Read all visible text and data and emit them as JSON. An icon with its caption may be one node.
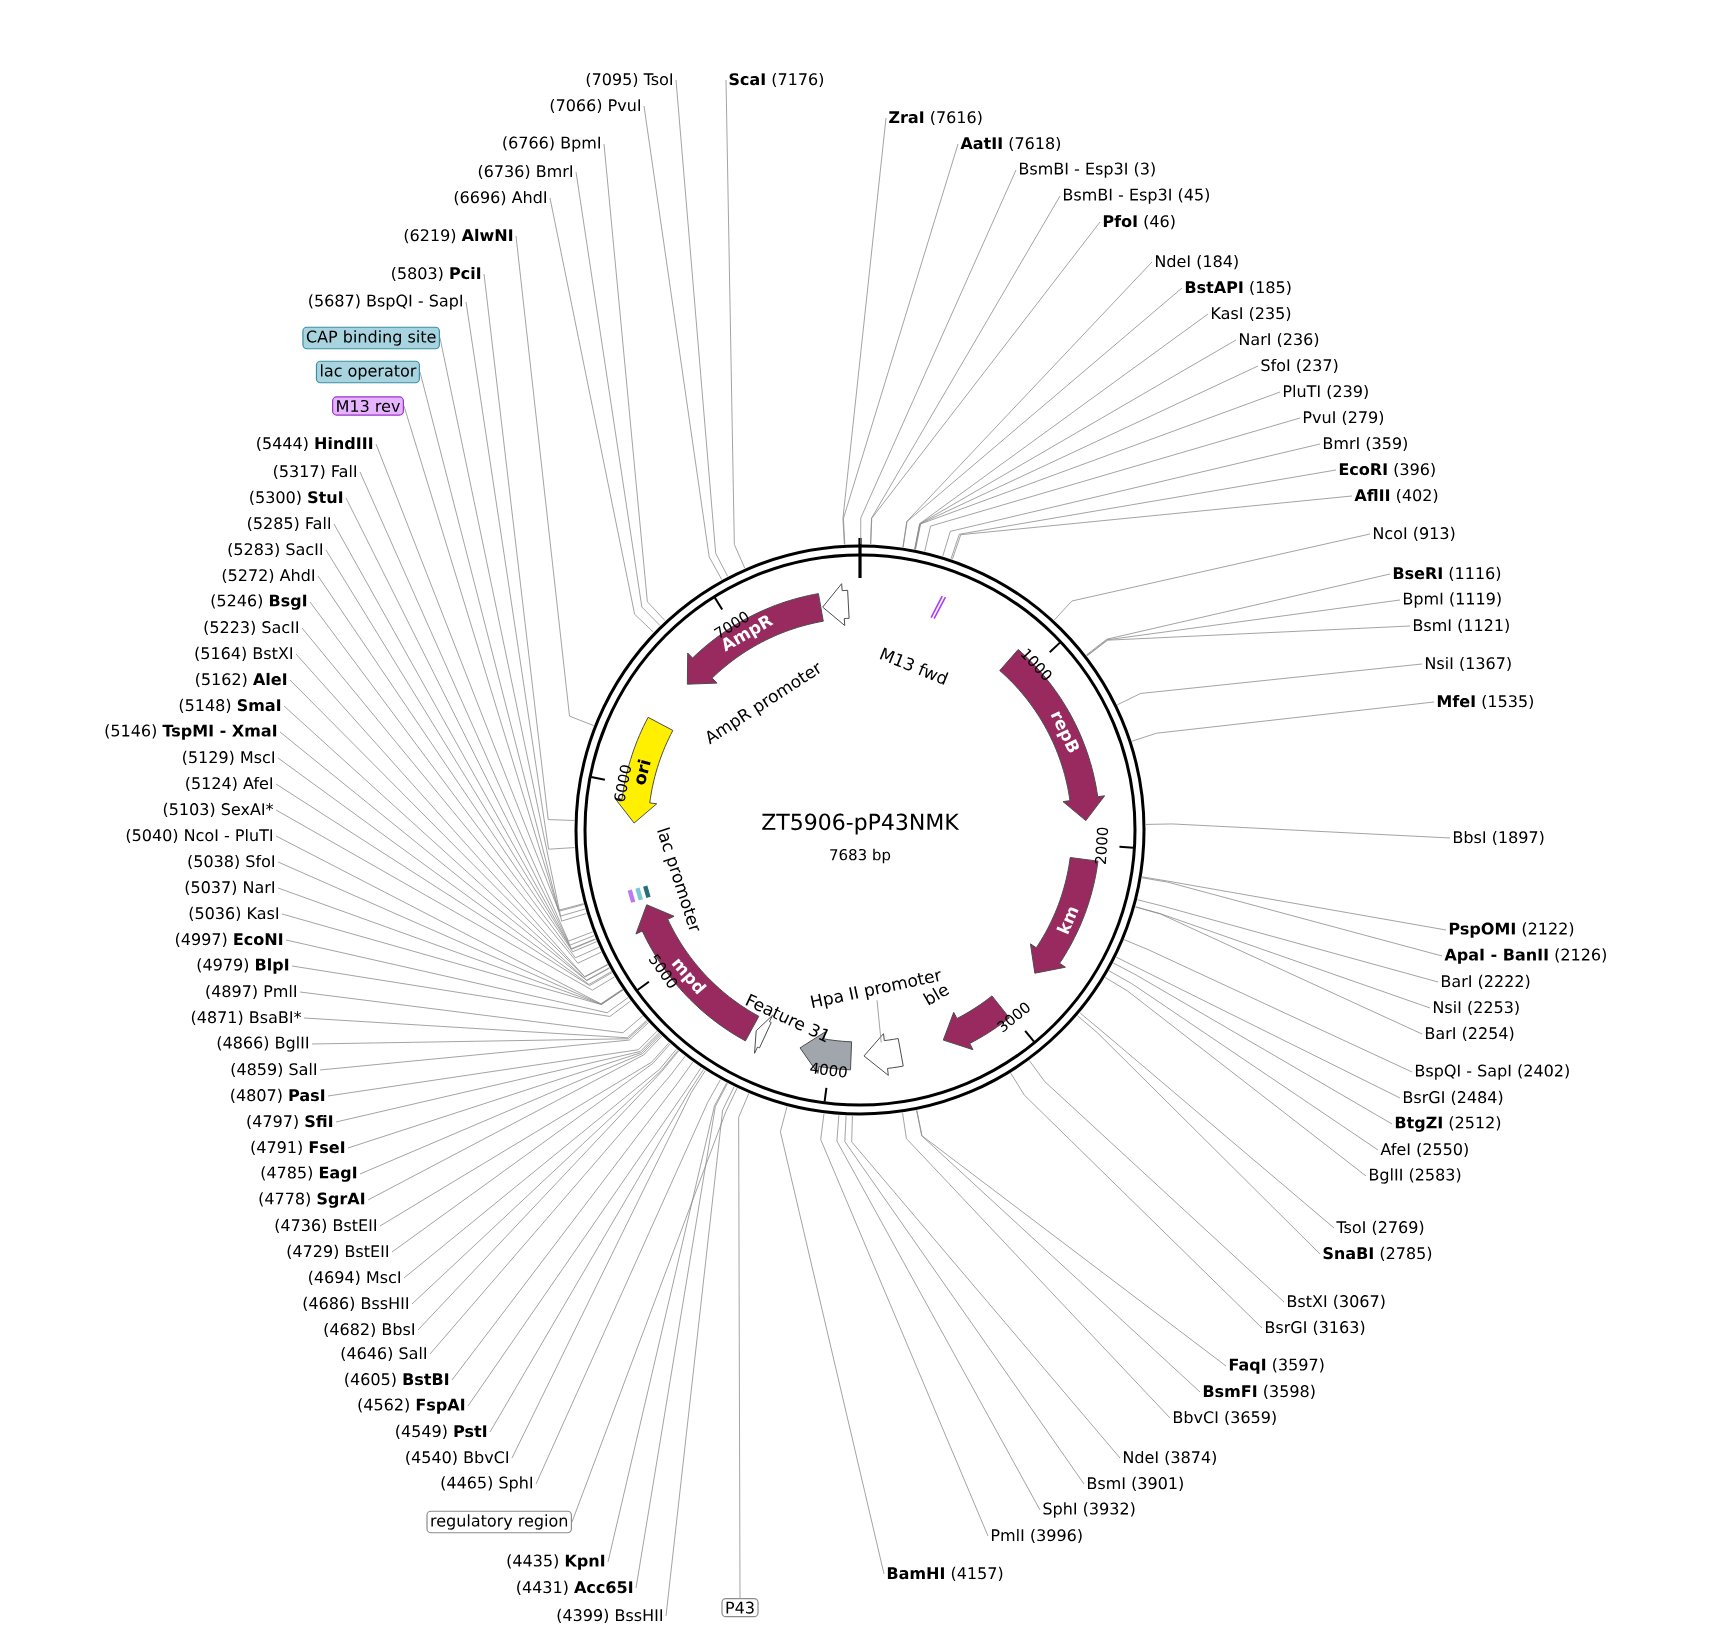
{
  "diagram": {
    "title": "ZT5906-pP43NMK",
    "nodes": [
      {
        "text": [],
        "shape": "circle"
      },
      {
        "text": [
          "AmpR"
        ],
        "in": 0
      },
      {
        "text": [
          "ori"
        ],
        "in": 0
      },
      {
        "text": [
          "repB"
        ],
        "in": 0
      },
      {
        "text": [
          "km"
        ],
        "in": 0
      },
      {
        "text": [
          "ble"
        ],
        "in": 0
      },
      {
        "text": [
          "mpd"
        ],
        "in": 0
      },
      {
        "text": [
          "AmpR promoter"
        ],
        "in": 0
      },
      {
        "text": [
          "M13 fwd"
        ],
        "in": 0
      },
      {
        "text": [
          "Hpa II promoter"
        ],
        "in": 0
      },
      {
        "text": [],
        "shape": "arrow",
        "in": 0
      },
      {
        "text": [],
        "shape": "arrow",
        "in": 0
      },
      {
        "text": [
          "Feature 31"
        ],
        "in": 0
      },
      {
        "text": [
          "**ScaI** (7176)"
        ]
      },
      {
        "text": [
          "**ZraI** (7616)"
        ]
      },
      {
        "text": [
          "**AatII** (7618)"
        ]
      },
      {
        "text": [
          "BsmBI - Esp3I (3)"
        ]
      },
      {
        "text": [
          "BsmBI - Esp3I (45)"
        ]
      },
      {
        "text": [
          "**PfoI** (46)"
        ]
      },
      {
        "text": [
          "NdeI (184)"
        ]
      },
      {
        "text": [
          "**BstAPI** (185)"
        ]
      },
      {
        "text": [
          "KasI (235)"
        ]
      },
      {
        "text": [
          "NarI (236)"
        ]
      },
      {
        "text": [
          "SfoI (237)"
        ]
      },
      {
        "text": [
          "PluTI (239)"
        ]
      },
      {
        "text": [
          "PvuI (279)"
        ]
      },
      {
        "text": [
          "BmrI (359)"
        ]
      },
      {
        "text": [
          "**EcoRI** (396)"
        ]
      },
      {
        "text": [
          "**AflII** (402)"
        ]
      },
      {
        "text": [
          "NcoI (913)"
        ]
      },
      {
        "text": [
          "**BseRI** (1116)"
        ]
      },
      {
        "text": [
          "BpmI (1119)"
        ]
      },
      {
        "text": [
          "BsmI (1121)"
        ]
      },
      {
        "text": [
          "NsiI (1367)"
        ]
      },
      {
        "text": [
          "**MfeI** (1535)"
        ]
      },
      {
        "text": [
          "BbsI (1897)"
        ]
      },
      {
        "text": [
          "**PspOMI** (2122)"
        ]
      },
      {
        "text": [
          "**ApaI - BanII** (2126)"
        ]
      },
      {
        "text": [
          "BarI (2222)"
        ]
      },
      {
        "text": [
          "NsiI (2253)"
        ]
      },
      {
        "text": [
          "BarI (2254)"
        ]
      },
      {
        "text": [
          "BspQI - SapI (2402)"
        ]
      },
      {
        "text": [
          "BsrGI (2484)"
        ]
      },
      {
        "text": [
          "**BtgZI** (2512)"
        ]
      },
      {
        "text": [
          "AfeI (2550)"
        ]
      },
      {
        "text": [
          "BglII (2583)"
        ]
      },
      {
        "text": [
          "TsoI (2769)"
        ]
      },
      {
        "text": [
          "**SnaBI** (2785)"
        ]
      },
      {
        "text": [
          "BstXI (3067)"
        ]
      },
      {
        "text": [
          "BsrGI (3163)"
        ]
      },
      {
        "text": [
          "**FaqI** (3597)"
        ]
      },
      {
        "text": [
          "**BsmFI** (3598)"
        ]
      },
      {
        "text": [
          "BbvCI (3659)"
        ]
      },
      {
        "text": [
          "NdeI (3874)"
        ]
      },
      {
        "text": [
          "BsmI (3901)"
        ]
      },
      {
        "text": [
          "SphI (3932)"
        ]
      },
      {
        "text": [
          "PmlI (3996)"
        ]
      },
      {
        "text": [
          "**BamHI** (4157)"
        ]
      },
      {
        "text": [
          "P43"
        ]
      },
      {
        "text": [
          "(4399) BssHII"
        ]
      },
      {
        "text": [
          "(4431) **Acc65I**"
        ]
      },
      {
        "text": [
          "(4435) **KpnI**"
        ]
      },
      {
        "text": [
          "regulatory region"
        ]
      },
      {
        "text": [
          "(4465) SphI"
        ]
      },
      {
        "text": [
          "(4540) BbvCI"
        ]
      },
      {
        "text": [
          "(4549) **PstI**"
        ]
      },
      {
        "text": [
          "(4562) **FspAI**"
        ]
      },
      {
        "text": [
          "(4605) **BstBI**"
        ]
      },
      {
        "text": [
          "(4646) SalI"
        ]
      },
      {
        "text": [
          "(4682) BbsI"
        ]
      },
      {
        "text": [
          "(4686) BssHII"
        ]
      },
      {
        "text": [
          "(4694) MscI"
        ]
      },
      {
        "text": [
          "(4729) BstEII"
        ]
      },
      {
        "text": [
          "(4736) BstEII"
        ]
      },
      {
        "text": [
          "(4778) **SgrAI**"
        ]
      },
      {
        "text": [
          "(4785) **EagI**"
        ]
      },
      {
        "text": [
          "(4791) **FseI**"
        ]
      },
      {
        "text": [
          "(4797) **SfiI**"
        ]
      },
      {
        "text": [
          "(4807) **PasI**"
        ]
      },
      {
        "text": [
          "(4859) SalI"
        ]
      },
      {
        "text": [
          "(4866) BglII"
        ]
      },
      {
        "text": [
          "(4871) BsaBI*"
        ]
      },
      {
        "text": [
          "(4897) PmlI"
        ]
      },
      {
        "text": [
          "(4979) **BlpI**"
        ]
      },
      {
        "text": [
          "(4997) **EcoNI**"
        ]
      },
      {
        "text": [
          "(5036) KasI"
        ]
      },
      {
        "text": [
          "(5037) NarI"
        ]
      },
      {
        "text": [
          "(5038) SfoI"
        ]
      },
      {
        "text": [
          "(5040) NcoI - PluTI"
        ]
      },
      {
        "text": [
          "(5103) SexAI*"
        ]
      },
      {
        "text": [
          "(5124) AfeI"
        ]
      },
      {
        "text": [
          "(5129) MscI"
        ]
      },
      {
        "text": [
          "(5146) **TspMI - XmaI**"
        ]
      },
      {
        "text": [
          "(5148) **SmaI**"
        ]
      },
      {
        "text": [
          "(5162) **AleI**"
        ]
      },
      {
        "text": [
          "(5164) BstXI"
        ]
      },
      {
        "text": [
          "(5223) SacII"
        ]
      },
      {
        "text": [
          "(5246) **BsgI**"
        ]
      },
      {
        "text": [
          "(5272) AhdI"
        ]
      },
      {
        "text": [
          "(5283) SacII"
        ]
      },
      {
        "text": [
          "(5285) FalI"
        ]
      },
      {
        "text": [
          "(5300) **StuI**"
        ]
      },
      {
        "text": [
          "(5317) FalI"
        ]
      },
      {
        "text": [
          "(5444) **HindIII**"
        ]
      },
      {
        "text": [
          "M13 rev"
        ]
      },
      {
        "text": [
          "lac operator"
        ]
      },
      {
        "text": [
          "CAP binding site"
        ]
      },
      {
        "text": [
          "(5687) BspQI - SapI"
        ]
      },
      {
        "text": [
          "(5803) **PciI**"
        ]
      },
      {
        "text": [
          "(6219) **AlwNI**"
        ]
      },
      {
        "text": [
          "(6696) AhdI"
        ]
      },
      {
        "text": [
          "(6736) BmrI"
        ]
      },
      {
        "text": [
          "(6766) BpmI"
        ]
      },
      {
        "text": [
          "(7066) PvuI"
        ]
      },
      {
        "text": [
          "(7095) TsoI"
        ]
      }
    ],
    "edges": [
      {
        "from": 9,
        "to": 11,
        "arrow": "none"
      },
      {
        "from": 13,
        "to": 0,
        "arrow": "none"
      },
      {
        "from": 14,
        "to": 0,
        "arrow": "none"
      },
      {
        "from": 15,
        "to": 0,
        "arrow": "none"
      },
      {
        "from": 16,
        "to": 0,
        "arrow": "none"
      },
      {
        "from": 17,
        "to": 0,
        "arrow": "none"
      },
      {
        "from": 18,
        "to": 0,
        "arrow": "none"
      },
      {
        "from": 19,
        "to": 0,
        "arrow": "none"
      },
      {
        "from": 20,
        "to": 0,
        "arrow": "none"
      },
      {
        "from": 21,
        "to": 0,
        "arrow": "none"
      },
      {
        "from": 22,
        "to": 0,
        "arrow": "none"
      },
      {
        "from": 23,
        "to": 0,
        "arrow": "none"
      },
      {
        "from": 24,
        "to": 0,
        "arrow": "none"
      },
      {
        "from": 25,
        "to": 0,
        "arrow": "none"
      },
      {
        "from": 26,
        "to": 0,
        "arrow": "none"
      },
      {
        "from": 27,
        "to": 0,
        "arrow": "none"
      },
      {
        "from": 28,
        "to": 0,
        "arrow": "none"
      },
      {
        "from": 29,
        "to": 0,
        "arrow": "none"
      },
      {
        "from": 30,
        "to": 0,
        "arrow": "none"
      },
      {
        "from": 31,
        "to": 0,
        "arrow": "none"
      },
      {
        "from": 32,
        "to": 0,
        "arrow": "none"
      },
      {
        "from": 33,
        "to": 0,
        "arrow": "none"
      },
      {
        "from": 34,
        "to": 0,
        "arrow": "none"
      },
      {
        "from": 35,
        "to": 0,
        "arrow": "none"
      },
      {
        "from": 36,
        "to": 0,
        "arrow": "none"
      },
      {
        "from": 37,
        "to": 0,
        "arrow": "none"
      },
      {
        "from": 38,
        "to": 0,
        "arrow": "none"
      },
      {
        "from": 39,
        "to": 0,
        "arrow": "none"
      },
      {
        "from": 40,
        "to": 0,
        "arrow": "none"
      },
      {
        "from": 41,
        "to": 0,
        "arrow": "none"
      },
      {
        "from": 42,
        "to": 0,
        "arrow": "none"
      },
      {
        "from": 43,
        "to": 0,
        "arrow": "none"
      },
      {
        "from": 44,
        "to": 0,
        "arrow": "none"
      },
      {
        "from": 45,
        "to": 0,
        "arrow": "none"
      },
      {
        "from": 46,
        "to": 0,
        "arrow": "none"
      },
      {
        "from": 47,
        "to": 0,
        "arrow": "none"
      },
      {
        "from": 48,
        "to": 0,
        "arrow": "none"
      },
      {
        "from": 49,
        "to": 0,
        "arrow": "none"
      },
      {
        "from": 50,
        "to": 0,
        "arrow": "none"
      },
      {
        "from": 51,
        "to": 0,
        "arrow": "none"
      },
      {
        "from": 52,
        "to": 0,
        "arrow": "none"
      },
      {
        "from": 53,
        "to": 0,
        "arrow": "none"
      },
      {
        "from": 54,
        "to": 0,
        "arrow": "none"
      },
      {
        "from": 55,
        "to": 0,
        "arrow": "none"
      },
      {
        "from": 56,
        "to": 0,
        "arrow": "none"
      },
      {
        "from": 57,
        "to": 0,
        "arrow": "none"
      },
      {
        "from": 58,
        "to": 0,
        "arrow": "none"
      },
      {
        "from": 59,
        "to": 0,
        "arrow": "none"
      },
      {
        "from": 60,
        "to": 0,
        "arrow": "none"
      },
      {
        "from": 61,
        "to": 0,
        "arrow": "none"
      },
      {
        "from": 62,
        "to": 0,
        "arrow": "none"
      },
      {
        "from": 63,
        "to": 0,
        "arrow": "none"
      },
      {
        "from": 64,
        "to": 0,
        "arrow": "none"
      },
      {
        "from": 65,
        "to": 0,
        "arrow": "none"
      },
      {
        "from": 66,
        "to": 0,
        "arrow": "none"
      },
      {
        "from": 67,
        "to": 0,
        "arrow": "none"
      },
      {
        "from": 68,
        "to": 0,
        "arrow": "none"
      },
      {
        "from": 69,
        "to": 0,
        "arrow": "none"
      },
      {
        "from": 70,
        "to": 0,
        "arrow": "none"
      },
      {
        "from": 71,
        "to": 0,
        "arrow": "none"
      },
      {
        "from": 72,
        "to": 0,
        "arrow": "none"
      },
      {
        "from": 73,
        "to": 0,
        "arrow": "none"
      },
      {
        "from": 74,
        "to": 0,
        "arrow": "none"
      },
      {
        "from": 75,
        "to": 0,
        "arrow": "none"
      },
      {
        "from": 76,
        "to": 0,
        "arrow": "none"
      },
      {
        "from": 77,
        "to": 0,
        "arrow": "none"
      },
      {
        "from": 78,
        "to": 0,
        "arrow": "none"
      },
      {
        "from": 79,
        "to": 0,
        "arrow": "none"
      },
      {
        "from": 80,
        "to": 0,
        "arrow": "none"
      },
      {
        "from": 81,
        "to": 0,
        "arrow": "none"
      },
      {
        "from": 82,
        "to": 0,
        "arrow": "none"
      },
      {
        "from": 83,
        "to": 0,
        "arrow": "none"
      },
      {
        "from": 84,
        "to": 0,
        "arrow": "none"
      },
      {
        "from": 85,
        "to": 0,
        "arrow": "none"
      },
      {
        "from": 86,
        "to": 0,
        "arrow": "none"
      },
      {
        "from": 87,
        "to": 0,
        "arrow": "none"
      },
      {
        "from": 88,
        "to": 0,
        "arrow": "none"
      },
      {
        "from": 89,
        "to": 0,
        "arrow": "none"
      },
      {
        "from": 90,
        "to": 0,
        "arrow": "none"
      },
      {
        "from": 91,
        "to": 0,
        "arrow": "none"
      },
      {
        "from": 92,
        "to": 0,
        "arrow": "none"
      },
      {
        "from": 93,
        "to": 0,
        "arrow": "none"
      },
      {
        "from": 94,
        "to": 0,
        "arrow": "none"
      },
      {
        "from": 95,
        "to": 0,
        "arrow": "none"
      },
      {
        "from": 96,
        "to": 0,
        "arrow": "none"
      },
      {
        "from": 97,
        "to": 0,
        "arrow": "none"
      },
      {
        "from": 98,
        "to": 0,
        "arrow": "none"
      },
      {
        "from": 99,
        "to": 0,
        "arrow": "none"
      },
      {
        "from": 100,
        "to": 0,
        "arrow": "none"
      },
      {
        "from": 101,
        "to": 0,
        "arrow": "none"
      },
      {
        "from": 102,
        "to": 0,
        "arrow": "none"
      },
      {
        "from": 103,
        "to": 0,
        "arrow": "none"
      },
      {
        "from": 104,
        "to": 0,
        "arrow": "none"
      },
      {
        "from": 105,
        "to": 0,
        "arrow": "none"
      },
      {
        "from": 106,
        "to": 0,
        "arrow": "none"
      },
      {
        "from": 107,
        "to": 0,
        "arrow": "none"
      },
      {
        "from": 108,
        "to": 0,
        "arrow": "none"
      },
      {
        "from": 109,
        "to": 0,
        "arrow": "none"
      },
      {
        "from": 110,
        "to": 0,
        "arrow": "none"
      },
      {
        "from": 111,
        "to": 0,
        "arrow": "none"
      },
      {
        "from": 112,
        "to": 0,
        "arrow": "none"
      },
      {
        "from": 113,
        "to": 0,
        "arrow": "none"
      },
      {
        "from": 114,
        "to": 0,
        "arrow": "none"
      }
    ],
    "labels": [
      "7683 bp",
      "1000",
      "2000",
      "3000",
      "4000",
      "5000",
      "6000",
      "7000",
      "lac promoter"
    ]
  }
}
